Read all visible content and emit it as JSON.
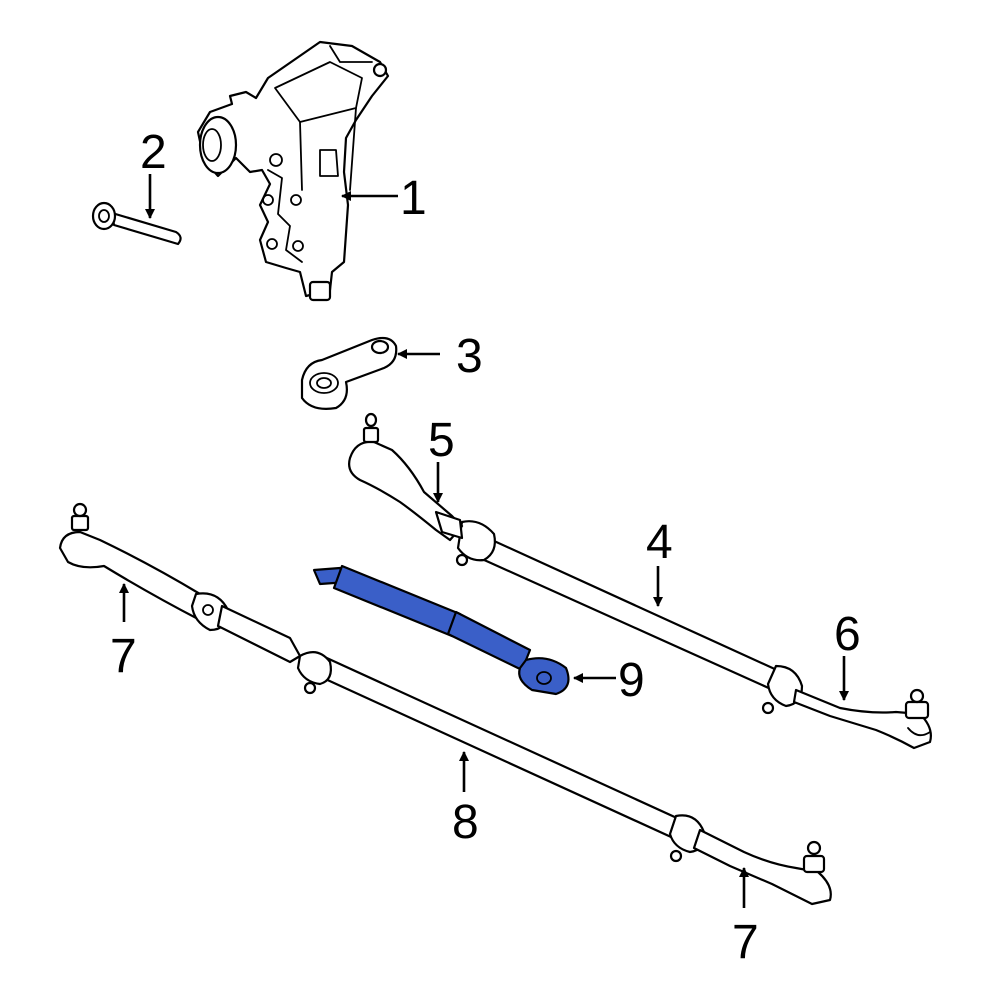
{
  "diagram": {
    "highlight_color": "#3a5fc8",
    "highlighted_part": "9",
    "callouts": {
      "c1": "1",
      "c2": "2",
      "c3": "3",
      "c4": "4",
      "c5": "5",
      "c6": "6",
      "c7a": "7",
      "c7b": "7",
      "c8": "8",
      "c9": "9"
    }
  }
}
